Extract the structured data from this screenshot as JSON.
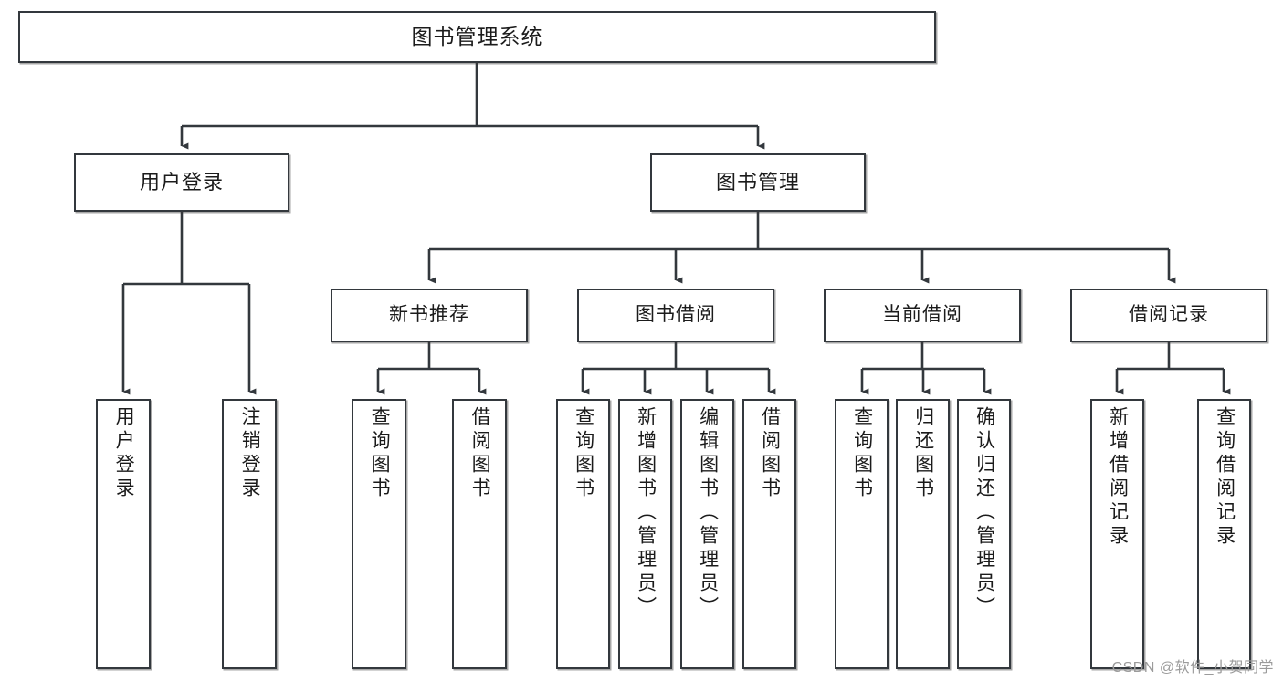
{
  "diagram": {
    "title": "图书管理系统",
    "type": "hierarchy-tree",
    "watermark": "CSDN @软件_小贺同学",
    "colors": {
      "box_border": "#33383d",
      "box_fill": "#ffffff",
      "connector": "#33383d",
      "text": "#1b1b1b",
      "watermark": "#9b9b9b"
    },
    "levels": {
      "root": {
        "label": "图书管理系统"
      },
      "level2": [
        {
          "id": "user-login",
          "label": "用户登录"
        },
        {
          "id": "book-manage",
          "label": "图书管理"
        }
      ],
      "level3": [
        {
          "id": "new-book-recommend",
          "label": "新书推荐",
          "parent": "book-manage"
        },
        {
          "id": "book-borrow",
          "label": "图书借阅",
          "parent": "book-manage"
        },
        {
          "id": "current-borrow",
          "label": "当前借阅",
          "parent": "book-manage"
        },
        {
          "id": "borrow-record",
          "label": "借阅记录",
          "parent": "book-manage"
        }
      ],
      "leaves": [
        {
          "id": "leaf-user-login",
          "label": "用户登录",
          "parent": "user-login"
        },
        {
          "id": "leaf-logout-login",
          "label": "注销登录",
          "parent": "user-login"
        },
        {
          "id": "leaf-query-book-1",
          "label": "查询图书",
          "parent": "new-book-recommend"
        },
        {
          "id": "leaf-borrow-book-1",
          "label": "借阅图书",
          "parent": "new-book-recommend"
        },
        {
          "id": "leaf-query-book-2",
          "label": "查询图书",
          "parent": "book-borrow"
        },
        {
          "id": "leaf-add-book",
          "label": "新增图书（管理员）",
          "parent": "book-borrow"
        },
        {
          "id": "leaf-edit-book",
          "label": "编辑图书（管理员）",
          "parent": "book-borrow"
        },
        {
          "id": "leaf-borrow-book-2",
          "label": "借阅图书",
          "parent": "book-borrow"
        },
        {
          "id": "leaf-query-book-3",
          "label": "查询图书",
          "parent": "current-borrow"
        },
        {
          "id": "leaf-return-book",
          "label": "归还图书",
          "parent": "current-borrow"
        },
        {
          "id": "leaf-confirm-return",
          "label": "确认归还（管理员）",
          "parent": "current-borrow"
        },
        {
          "id": "leaf-add-record",
          "label": "新增借阅记录",
          "parent": "borrow-record"
        },
        {
          "id": "leaf-query-record",
          "label": "查询借阅记录",
          "parent": "borrow-record"
        }
      ]
    }
  }
}
